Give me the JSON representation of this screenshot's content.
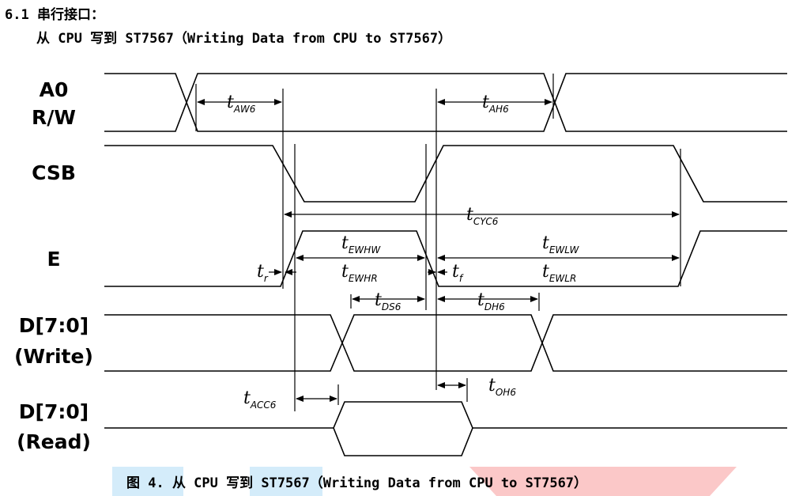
{
  "section_heading": "6.1 串行接口：",
  "subtitle": "从 CPU 写到 ST7567（Writing Data from CPU to ST7567）",
  "signals": {
    "a0": "A0",
    "rw": "R/W",
    "csb": "CSB",
    "e": "E",
    "d_write_bus": "D[7:0]",
    "d_write_mode": "(Write)",
    "d_read_bus": "D[7:0]",
    "d_read_mode": "(Read)"
  },
  "timing": {
    "aw6": {
      "symbol": "t",
      "sub": "AW6"
    },
    "ah6": {
      "symbol": "t",
      "sub": "AH6"
    },
    "cyc6": {
      "symbol": "t",
      "sub": "CYC6"
    },
    "ewhw": {
      "symbol": "t",
      "sub": "EWHW"
    },
    "ewhr": {
      "symbol": "t",
      "sub": "EWHR"
    },
    "ewlw": {
      "symbol": "t",
      "sub": "EWLW"
    },
    "ewlr": {
      "symbol": "t",
      "sub": "EWLR"
    },
    "r": {
      "symbol": "t",
      "sub": "r"
    },
    "f": {
      "symbol": "t",
      "sub": "f"
    },
    "ds6": {
      "symbol": "t",
      "sub": "DS6"
    },
    "dh6": {
      "symbol": "t",
      "sub": "DH6"
    },
    "acc6": {
      "symbol": "t",
      "sub": "ACC6"
    },
    "oh6": {
      "symbol": "t",
      "sub": "OH6"
    }
  },
  "caption": "图 4. 从 CPU 写到 ST7567（Writing Data from CPU to ST7567）",
  "colors": {
    "caption_highlight_blue": "#d4ecfa",
    "caption_highlight_pink": "#fbc8c8",
    "waveform": "#000000"
  }
}
